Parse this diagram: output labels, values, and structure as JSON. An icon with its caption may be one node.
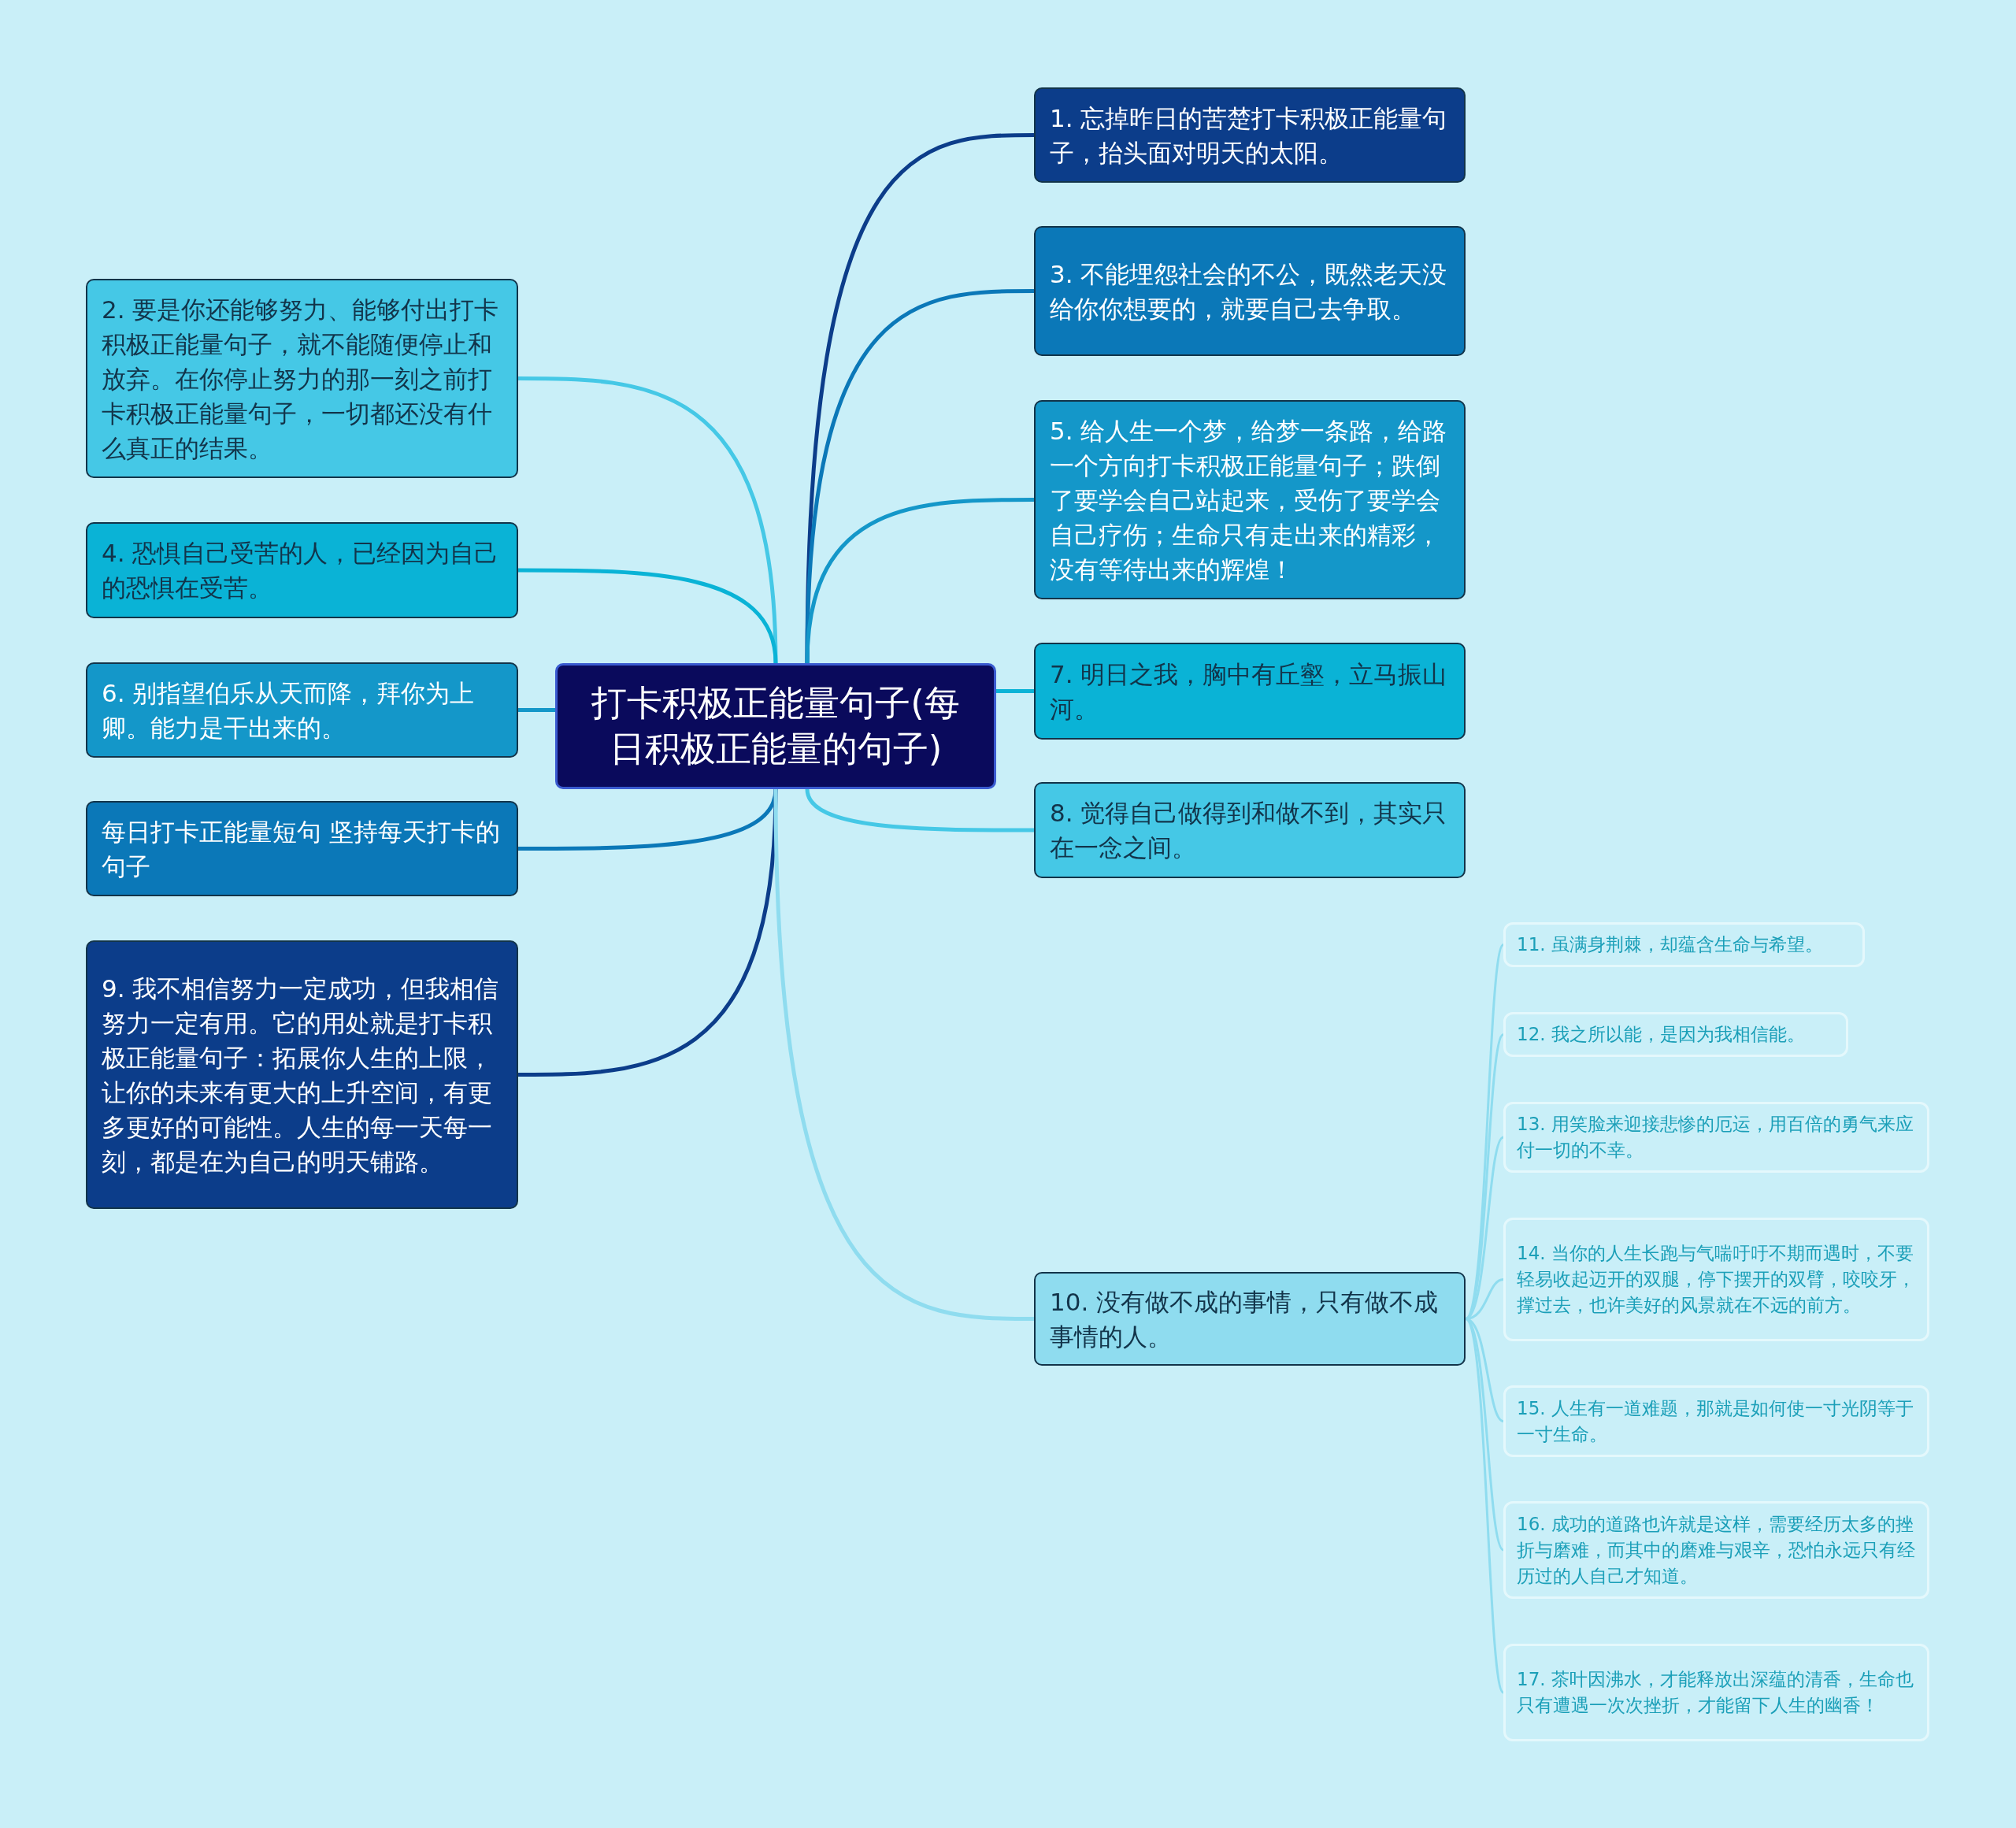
{
  "diagram": {
    "nodes": [
      {
        "text": [
          "打卡积极正能量句子(每日积极正能量的句子)"
        ]
      },
      {
        "text": [
          "1. 忘掉昨日的苦楚打卡积极正能量句子，抬头面对明天的太阳。"
        ]
      },
      {
        "text": [
          "2. 要是你还能够努力、能够付出打卡积极正能量句子，就不能随便停止和放弃。在你停止努力的那一刻之前打卡积极正能量句子，一切都还没有什么真正的结果。"
        ]
      },
      {
        "text": [
          "3. 不能埋怨社会的不公，既然老天没给你你想要的，就要自己去争取。"
        ]
      },
      {
        "text": [
          "4. 恐惧自己受苦的人，已经因为自己的恐惧在受苦。"
        ]
      },
      {
        "text": [
          "5. 给人生一个梦，给梦一条路，给路一个方向打卡积极正能量句子；跌倒了要学会自己站起来，受伤了要学会自己疗伤；生命只有走出来的精彩，没有等待出来的辉煌！"
        ]
      },
      {
        "text": [
          "6. 别指望伯乐从天而降，拜你为上卿。能力是干出来的。"
        ]
      },
      {
        "text": [
          "每日打卡正能量短句 坚持每天打卡的句子"
        ]
      },
      {
        "text": [
          "7. 明日之我，胸中有丘壑，立马振山河。"
        ]
      },
      {
        "text": [
          "8. 觉得自己做得到和做不到，其实只在一念之间。"
        ]
      },
      {
        "text": [
          "9. 我不相信努力一定成功，但我相信努力一定有用。它的用处就是打卡积极正能量句子：拓展你人生的上限，让你的未来有更大的上升空间，有更多更好的可能性。人生的每一天每一刻，都是在为自己的明天铺路。"
        ]
      },
      {
        "text": [
          "10. 没有做不成的事情，只有做不成事情的人。"
        ]
      },
      {
        "text": [
          "11. 虽满身荆棘，却蕴含生命与希望。"
        ]
      },
      {
        "text": [
          "12. 我之所以能，是因为我相信能。"
        ]
      },
      {
        "text": [
          "13. 用笑脸来迎接悲惨的厄运，用百倍的勇气来应付一切的不幸。"
        ]
      },
      {
        "text": [
          "14. 当你的人生长跑与气喘吁吁不期而遇时，不要轻易收起迈开的双腿，停下摆开的双臂，咬咬牙，撑过去，也许美好的风景就在不远的前方。"
        ]
      },
      {
        "text": [
          "15. 人生有一道难题，那就是如何使一寸光阴等于一寸生命。"
        ]
      },
      {
        "text": [
          "16. 成功的道路也许就是这样，需要经历太多的挫折与磨难，而其中的磨难与艰辛，恐怕永远只有经历过的人自己才知道。"
        ]
      },
      {
        "text": [
          "17. 茶叶因沸水，才能释放出深蕴的清香，生命也只有遭遇一次次挫折，才能留下人生的幽香！"
        ]
      }
    ],
    "edges": [
      {
        "from": 0,
        "to": 1,
        "arrow": "none",
        "color": "#0c3d8a"
      },
      {
        "from": 0,
        "to": 2,
        "arrow": "none",
        "color": "#45c8e6"
      },
      {
        "from": 0,
        "to": 3,
        "arrow": "none",
        "color": "#0b78b8"
      },
      {
        "from": 0,
        "to": 4,
        "arrow": "none",
        "color": "#0ab3d6"
      },
      {
        "from": 0,
        "to": 5,
        "arrow": "none",
        "color": "#1497c9"
      },
      {
        "from": 0,
        "to": 6,
        "arrow": "none",
        "color": "#1497c9"
      },
      {
        "from": 0,
        "to": 7,
        "arrow": "none",
        "color": "#0b78b8"
      },
      {
        "from": 0,
        "to": 8,
        "arrow": "none",
        "color": "#0ab3d6"
      },
      {
        "from": 0,
        "to": 9,
        "arrow": "none",
        "color": "#45c8e6"
      },
      {
        "from": 0,
        "to": 10,
        "arrow": "none",
        "color": "#0c3d8a"
      },
      {
        "from": 0,
        "to": 11,
        "arrow": "none",
        "color": "#8fdcef"
      },
      {
        "from": 11,
        "to": 12,
        "arrow": "none"
      },
      {
        "from": 11,
        "to": 13,
        "arrow": "none"
      },
      {
        "from": 11,
        "to": 14,
        "arrow": "none"
      },
      {
        "from": 11,
        "to": 15,
        "arrow": "none"
      },
      {
        "from": 11,
        "to": 16,
        "arrow": "none"
      },
      {
        "from": 11,
        "to": 17,
        "arrow": "none"
      },
      {
        "from": 11,
        "to": 18,
        "arrow": "none"
      }
    ]
  }
}
